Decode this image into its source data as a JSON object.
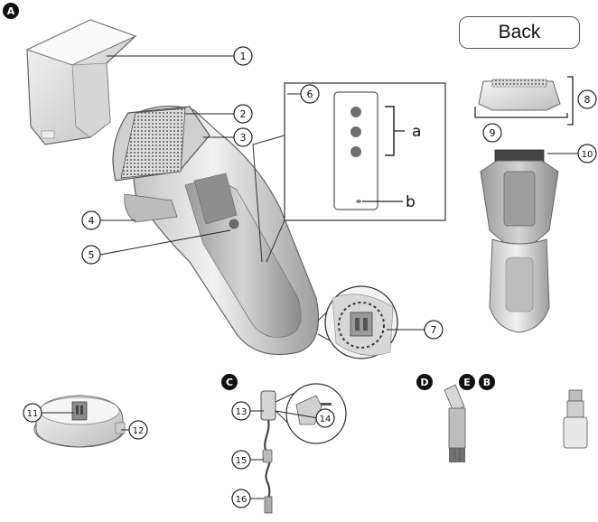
{
  "sections": {
    "a": "A",
    "b": "B",
    "c": "C",
    "d": "D",
    "e": "E"
  },
  "back_button": {
    "label": "Back"
  },
  "detail_labels": {
    "a": "a",
    "b": "b"
  },
  "parts": [
    {
      "num": "1"
    },
    {
      "num": "2"
    },
    {
      "num": "3"
    },
    {
      "num": "4"
    },
    {
      "num": "5"
    },
    {
      "num": "6"
    },
    {
      "num": "7"
    },
    {
      "num": "8"
    },
    {
      "num": "9"
    },
    {
      "num": "10"
    },
    {
      "num": "11"
    },
    {
      "num": "12"
    },
    {
      "num": "13"
    },
    {
      "num": "14"
    },
    {
      "num": "15"
    },
    {
      "num": "16"
    }
  ]
}
